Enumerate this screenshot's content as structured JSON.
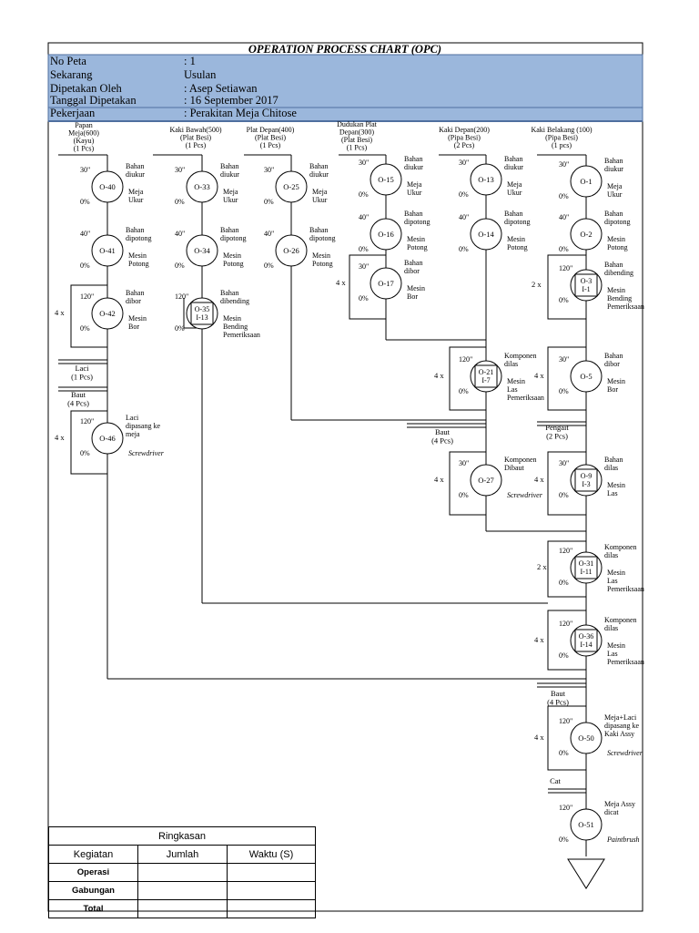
{
  "header": {
    "title": "OPERATION PROCESS CHART (OPC)",
    "rows": [
      {
        "label": "No Peta",
        "value": ": 1"
      },
      {
        "label": "Sekarang",
        "value": "Usulan"
      },
      {
        "label": "Dipetakan Oleh",
        "value": ": Asep Setiawan"
      },
      {
        "label": "Tanggal Dipetakan",
        "value": ": 16 September 2017"
      },
      {
        "label": "Pekerjaan",
        "value": ": Perakitan Meja Chitose"
      }
    ]
  },
  "columns": [
    {
      "lines": [
        "Papan",
        "Meja(600)",
        "(Kayu)",
        "(1 Pcs)"
      ]
    },
    {
      "lines": [
        "Kaki Bawah(500)",
        "(Plat Besi)",
        "(1 Pcs)"
      ]
    },
    {
      "lines": [
        "Plat Depan(400)",
        "(Plat Besi)",
        "(1 Pcs)"
      ]
    },
    {
      "lines": [
        "Dudukan Plat",
        "Depan(300)",
        "(Plat Besi)",
        "(1 Pcs)"
      ]
    },
    {
      "lines": [
        "Kaki Depan(200)",
        "(Pipa Besi)",
        "(2 Pcs)"
      ]
    },
    {
      "lines": [
        "Kaki Belakang (100)",
        "(Pipa Besi)",
        "(1 pcs)"
      ]
    }
  ],
  "operations": [
    {
      "id": "o40",
      "code": [
        "O-40"
      ],
      "time": "30\"",
      "pct": "0%",
      "desc": [
        "Bahan",
        "diukur"
      ],
      "tool": [
        "Meja",
        "Ukur"
      ]
    },
    {
      "id": "o41",
      "code": [
        "O-41"
      ],
      "time": "40\"",
      "pct": "0%",
      "desc": [
        "Bahan",
        "dipotong"
      ],
      "tool": [
        "Mesin",
        "Potong"
      ]
    },
    {
      "id": "o42",
      "code": [
        "O-42"
      ],
      "time": "120\"",
      "pct": "0%",
      "desc": [
        "Bahan",
        "dibor"
      ],
      "tool": [
        "Mesin",
        "Bor"
      ],
      "rep": "4 x"
    },
    {
      "id": "o46",
      "code": [
        "O-46"
      ],
      "time": "120\"",
      "pct": "0%",
      "desc": [
        "Laci",
        "dipasang ke",
        "meja"
      ],
      "tool": [
        "Screwdriver"
      ],
      "rep": "4 x"
    },
    {
      "id": "o33",
      "code": [
        "O-33"
      ],
      "time": "30\"",
      "pct": "0%",
      "desc": [
        "Bahan",
        "diukur"
      ],
      "tool": [
        "Meja",
        "Ukur"
      ]
    },
    {
      "id": "o34",
      "code": [
        "O-34"
      ],
      "time": "40\"",
      "pct": "0%",
      "desc": [
        "Bahan",
        "dipotong"
      ],
      "tool": [
        "Mesin",
        "Potong"
      ]
    },
    {
      "id": "o35",
      "code": [
        "O-35",
        "I-13"
      ],
      "time": "120\"",
      "pct": "0%",
      "desc": [
        "Bahan",
        "dibending"
      ],
      "tool": [
        "Mesin",
        "Bending",
        "Pemeriksaan"
      ]
    },
    {
      "id": "o25",
      "code": [
        "O-25"
      ],
      "time": "30\"",
      "pct": "0%",
      "desc": [
        "Bahan",
        "diukur"
      ],
      "tool": [
        "Meja",
        "Ukur"
      ]
    },
    {
      "id": "o26",
      "code": [
        "O-26"
      ],
      "time": "40\"",
      "pct": "0%",
      "desc": [
        "Bahan",
        "dipotong"
      ],
      "tool": [
        "Mesin",
        "Potong"
      ]
    },
    {
      "id": "o15",
      "code": [
        "O-15"
      ],
      "time": "30\"",
      "pct": "0%",
      "desc": [
        "Bahan",
        "diukur"
      ],
      "tool": [
        "Meja",
        "Ukur"
      ]
    },
    {
      "id": "o16",
      "code": [
        "O-16"
      ],
      "time": "40\"",
      "pct": "0%",
      "desc": [
        "Bahan",
        "dipotong"
      ],
      "tool": [
        "Mesin",
        "Potong"
      ]
    },
    {
      "id": "o17",
      "code": [
        "O-17"
      ],
      "time": "30\"",
      "pct": "0%",
      "desc": [
        "Bahan",
        "dibor"
      ],
      "tool": [
        "Mesin",
        "Bor"
      ],
      "rep": "4 x"
    },
    {
      "id": "o13",
      "code": [
        "O-13"
      ],
      "time": "30\"",
      "pct": "0%",
      "desc": [
        "Bahan",
        "diukur"
      ],
      "tool": [
        "Meja",
        "Ukur"
      ]
    },
    {
      "id": "o14",
      "code": [
        "O-14"
      ],
      "time": "40\"",
      "pct": "0%",
      "desc": [
        "Bahan",
        "dipotong"
      ],
      "tool": [
        "Mesin",
        "Potong"
      ]
    },
    {
      "id": "o21",
      "code": [
        "O-21",
        "I-7"
      ],
      "time": "120\"",
      "pct": "0%",
      "desc": [
        "Komponen",
        "dilas"
      ],
      "tool": [
        "Mesin",
        "Las",
        "Pemeriksaan"
      ],
      "rep": "4 x"
    },
    {
      "id": "o27",
      "code": [
        "O-27"
      ],
      "time": "30\"",
      "pct": "0%",
      "desc": [
        "Komponen",
        "Dibaut"
      ],
      "tool": [
        "Screwdriver"
      ],
      "rep": "4 x"
    },
    {
      "id": "o1",
      "code": [
        "O-1"
      ],
      "time": "30\"",
      "pct": "0%",
      "desc": [
        "Bahan",
        "diukur"
      ],
      "tool": [
        "Meja",
        "Ukur"
      ]
    },
    {
      "id": "o2",
      "code": [
        "O-2"
      ],
      "time": "40\"",
      "pct": "0%",
      "desc": [
        "Bahan",
        "dipotong"
      ],
      "tool": [
        "Mesin",
        "Potong"
      ]
    },
    {
      "id": "o3",
      "code": [
        "O-3",
        "I-1"
      ],
      "time": "120\"",
      "pct": "0%",
      "desc": [
        "Bahan",
        "dibending"
      ],
      "tool": [
        "Mesin",
        "Bending",
        "Pemeriksaan"
      ],
      "rep": "2 x"
    },
    {
      "id": "o5",
      "code": [
        "O-5"
      ],
      "time": "30\"",
      "pct": "0%",
      "desc": [
        "Bahan",
        "dibor"
      ],
      "tool": [
        "Mesin",
        "Bor"
      ],
      "rep": "4 x"
    },
    {
      "id": "o9",
      "code": [
        "O-9",
        "I-3"
      ],
      "time": "30\"",
      "pct": "0%",
      "desc": [
        "Bahan",
        "dilas"
      ],
      "tool": [
        "Mesin",
        "Las"
      ],
      "rep": "4 x"
    },
    {
      "id": "o31",
      "code": [
        "O-31",
        "I-11"
      ],
      "time": "120\"",
      "pct": "0%",
      "desc": [
        "Komponen",
        "dilas"
      ],
      "tool": [
        "Mesin",
        "Las",
        "Pemeriksaan"
      ],
      "rep": "2 x"
    },
    {
      "id": "o36",
      "code": [
        "O-36",
        "I-14"
      ],
      "time": "120\"",
      "pct": "0%",
      "desc": [
        "Komponen",
        "dilas"
      ],
      "tool": [
        "Mesin",
        "Las",
        "Pemeriksaan"
      ],
      "rep": "4 x"
    },
    {
      "id": "o50",
      "code": [
        "O-50"
      ],
      "time": "120\"",
      "pct": "0%",
      "desc": [
        "Meja+Laci",
        "dipasang ke",
        "Kaki Assy"
      ],
      "tool": [
        "Screwdriver"
      ],
      "rep": "4 x"
    },
    {
      "id": "o51",
      "code": [
        "O-51"
      ],
      "time": "120\"",
      "pct": "0%",
      "desc": [
        "Meja Assy",
        "dicat"
      ],
      "tool": [
        "Paintbrush"
      ]
    }
  ],
  "inputs": [
    {
      "id": "laci",
      "lines": [
        "Laci",
        "(1 Pcs)"
      ]
    },
    {
      "id": "baut1",
      "lines": [
        "Baut",
        "(4 Pcs)"
      ]
    },
    {
      "id": "baut2",
      "lines": [
        "Baut",
        "(4 Pcs)"
      ]
    },
    {
      "id": "pengait",
      "lines": [
        "Pengait",
        "(2 Pcs)"
      ]
    },
    {
      "id": "baut3",
      "lines": [
        "Baut",
        "(4 Pcs)"
      ]
    },
    {
      "id": "cat",
      "lines": [
        "Cat"
      ]
    }
  ],
  "summary": {
    "title": "Ringkasan",
    "headers": [
      "Kegiatan",
      "Jumlah",
      "Waktu (S)"
    ],
    "rows": [
      {
        "label": "Operasi",
        "jumlah": "",
        "waktu": ""
      },
      {
        "label": "Gabungan",
        "jumlah": "",
        "waktu": ""
      },
      {
        "label": "Total",
        "jumlah": "",
        "waktu": ""
      }
    ]
  },
  "colors": {
    "header_bg": "#9bb7dc",
    "header_border": "#4f6f9f",
    "line": "#000000"
  }
}
